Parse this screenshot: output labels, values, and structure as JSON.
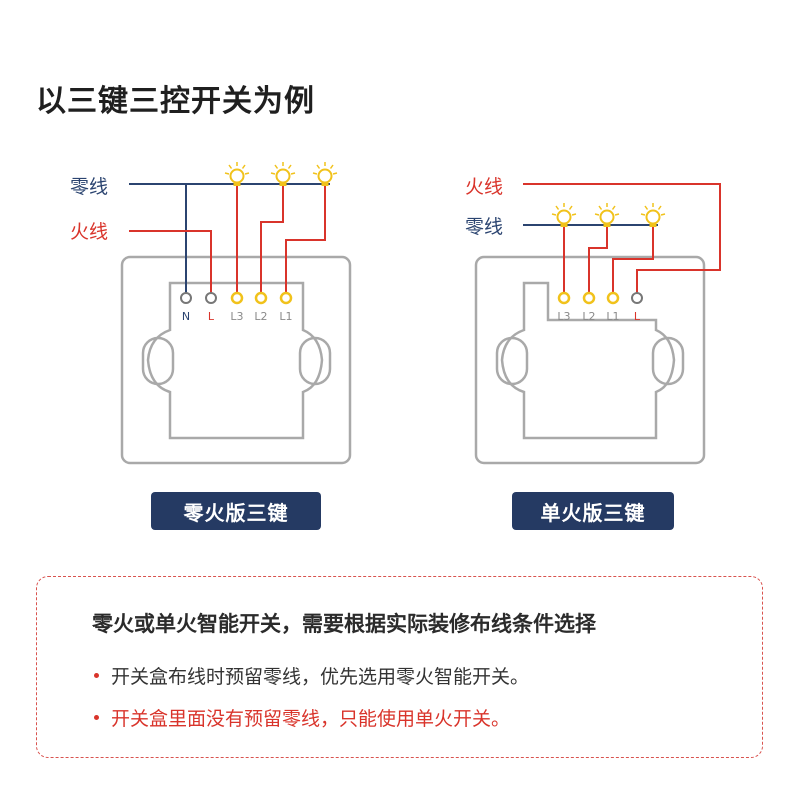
{
  "title": "以三键三控开关为例",
  "colors": {
    "neutral": "#2b4470",
    "live": "#d9342b",
    "plate": "#a9a9a9",
    "lamp": "#f1c21b",
    "terminal_gray": "#777777",
    "badge_bg": "#253a63"
  },
  "left": {
    "neutral_label": "零线",
    "live_label": "火线",
    "terminals": [
      "N",
      "L",
      "L3",
      "L2",
      "L1"
    ],
    "badge": "零火版三键"
  },
  "right": {
    "live_label": "火线",
    "neutral_label": "零线",
    "terminals": [
      "L3",
      "L2",
      "L1",
      "L"
    ],
    "badge": "单火版三键"
  },
  "note": {
    "heading": "零火或单火智能开关，需要根据实际装修布线条件选择",
    "items": [
      {
        "text": "开关盒布线时预留零线，优先选用零火智能开关。",
        "color": "#333333"
      },
      {
        "text": "开关盒里面没有预留零线，只能使用单火开关。",
        "color": "#d9342b"
      }
    ]
  }
}
